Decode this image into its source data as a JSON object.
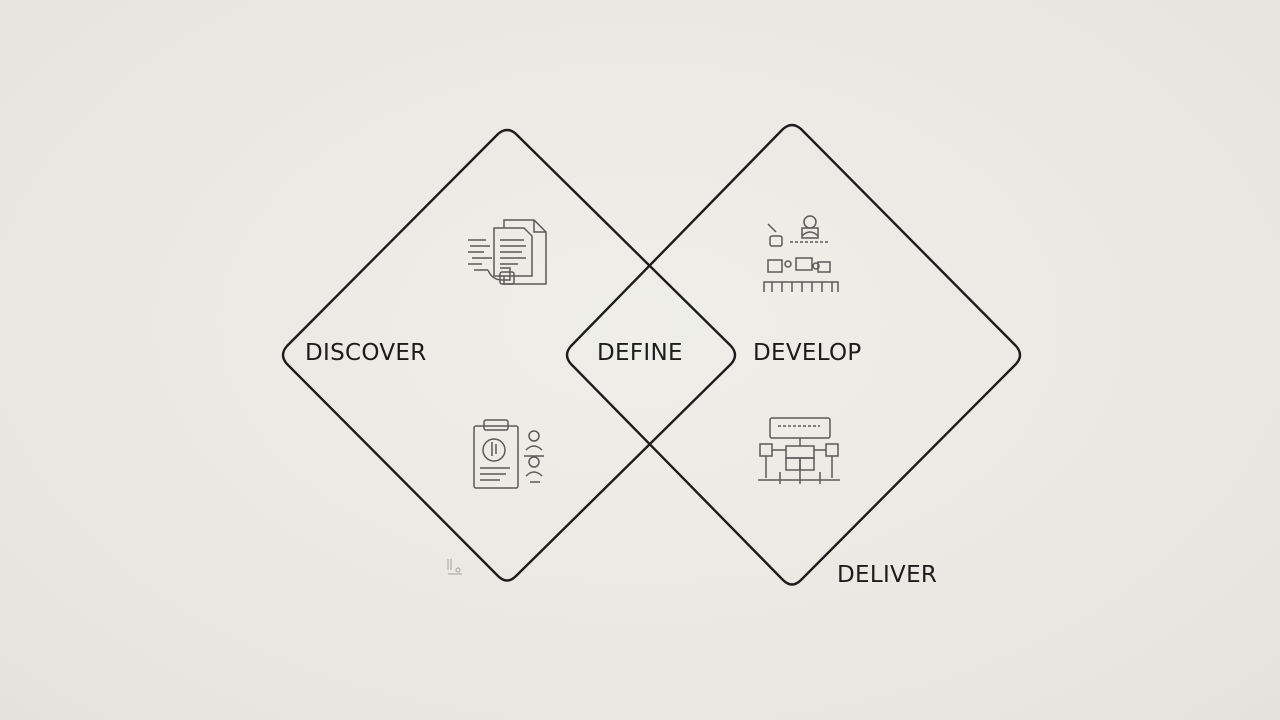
{
  "phases": {
    "discover": "DISCOVER",
    "define": "DEFINE",
    "develop": "DEVELOP",
    "deliver": "DELIVER"
  },
  "colors": {
    "background": "#eae8e2",
    "stroke": "#1c1c1c",
    "icon_stroke": "#5a5a5a"
  },
  "icons": {
    "discover_top": "documents-icon",
    "discover_bottom": "research-board-icon",
    "develop_top": "team-workstation-icon",
    "develop_bottom": "flowchart-icon"
  }
}
